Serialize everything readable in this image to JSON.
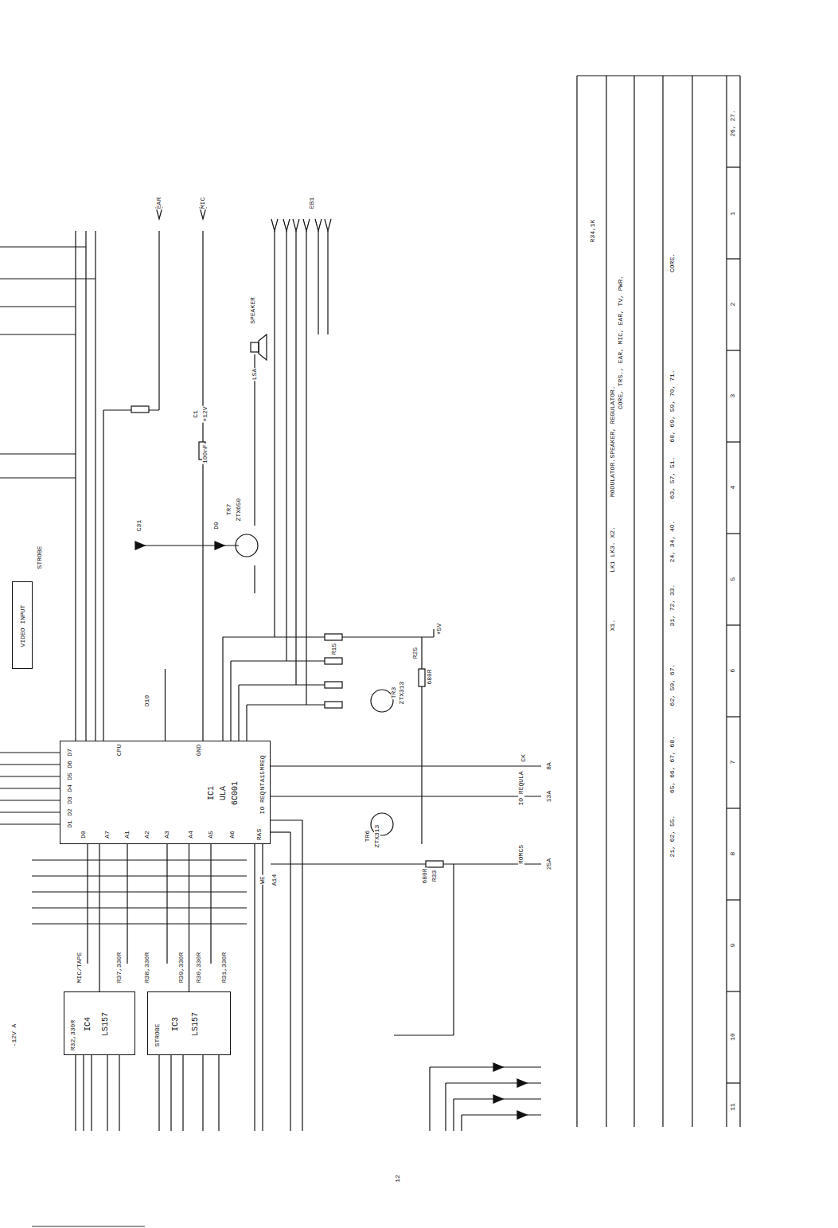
{
  "diagram": {
    "nodes": [
      {
        "text": [
          "IC1",
          "ULA",
          "6C001"
        ]
      },
      {
        "text": [
          "IC4",
          "LS157"
        ]
      },
      {
        "text": [
          "IC3",
          "LS157"
        ]
      },
      {
        "text": [
          "VIDEO INPUT"
        ]
      }
    ],
    "edges": [
      {
        "from": 0,
        "to": 1,
        "arrow": "none"
      },
      {
        "from": 0,
        "to": 2,
        "arrow": "none"
      },
      {
        "from": 3,
        "to": 0,
        "arrow": "none"
      }
    ],
    "labels": [
      "EAR",
      "MIC",
      "SPEAKER",
      "EB1",
      "LSA",
      "TR7",
      "ZTX650",
      "TR3",
      "ZTX313",
      "TR6",
      "ZTX313",
      "R15",
      "R25",
      "680R",
      "CK",
      "8A",
      "IO REQULA",
      "13A",
      "ROMCS",
      "25A",
      "R33",
      "680R",
      "+5V",
      "D7",
      "D6",
      "D5",
      "D4",
      "D3",
      "D2",
      "D1",
      "D0",
      "A1",
      "A2",
      "A3",
      "A4",
      "A5",
      "A6",
      "A7",
      "RAS",
      "WE",
      "A14",
      "A15",
      "INT",
      "IO REQ",
      "MREQ",
      "CPU",
      "GND",
      "MIC/TAPE",
      "R37,330R",
      "R38,330R",
      "R39,330R",
      "R30,330R",
      "R31,330R",
      "R32,330R",
      "STROBE",
      "STROBE",
      "-12V A",
      "+12V",
      "C1",
      "100nF",
      "C31",
      "D9",
      "D10",
      "R34,1K",
      "CORE, TRS., EAR, MIC, EAR, TV, PWR.",
      "SPEAKER, REGULATOR.",
      "MODULATOR.",
      "LK1 LK3. X2.",
      "X1.",
      "CORE.",
      "60, 69, 59, 70, 71.",
      "63, 57, 51.",
      "24, 34, 40.",
      "31, 72, 33.",
      "62, 59, 67.",
      "65, 66, 67, 68.",
      "21, 62, 55.",
      "26, 27.",
      "1",
      "2",
      "3",
      "4",
      "5",
      "6",
      "7",
      "8",
      "9",
      "10",
      "11",
      "12"
    ]
  }
}
